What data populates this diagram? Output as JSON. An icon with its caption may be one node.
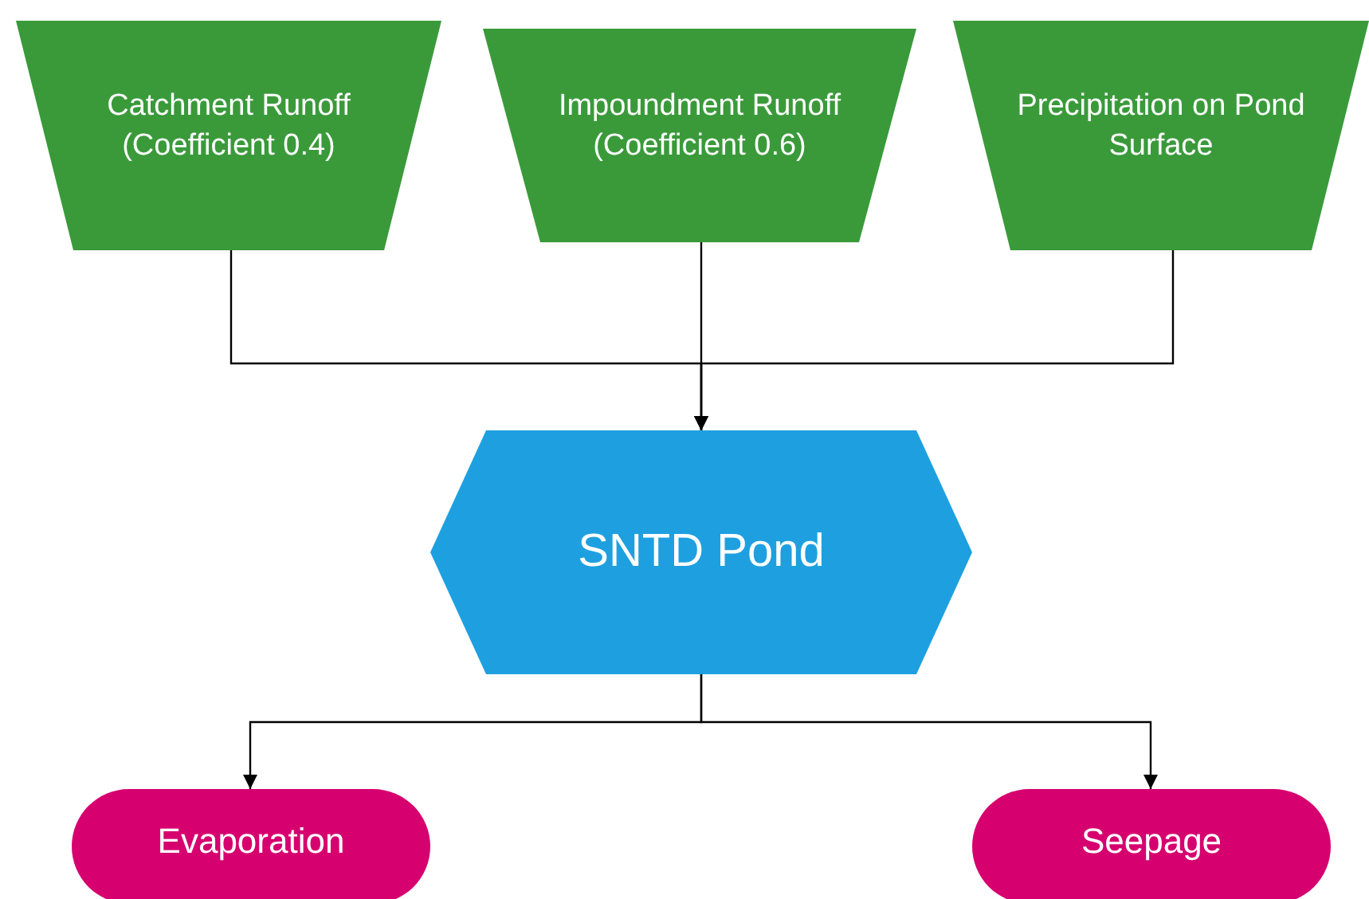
{
  "diagram": {
    "nodes": [
      {
        "text": [
          "Catchment Runoff (Coefficient 0.4)"
        ]
      },
      {
        "text": [
          "Impoundment Runoff (Coefficient 0.6)"
        ]
      },
      {
        "text": [
          "Precipitation on Pond Surface"
        ]
      },
      {
        "text": [
          "SNTD Pond"
        ]
      },
      {
        "text": [
          "Evaporation"
        ]
      },
      {
        "text": [
          "Seepage"
        ]
      }
    ],
    "edges": [
      {
        "from": 0,
        "to": 3,
        "arrow": "to"
      },
      {
        "from": 1,
        "to": 3,
        "arrow": "to"
      },
      {
        "from": 2,
        "to": 3,
        "arrow": "to"
      },
      {
        "from": 3,
        "to": 4,
        "arrow": "to"
      },
      {
        "from": 3,
        "to": 5,
        "arrow": "to"
      }
    ]
  }
}
